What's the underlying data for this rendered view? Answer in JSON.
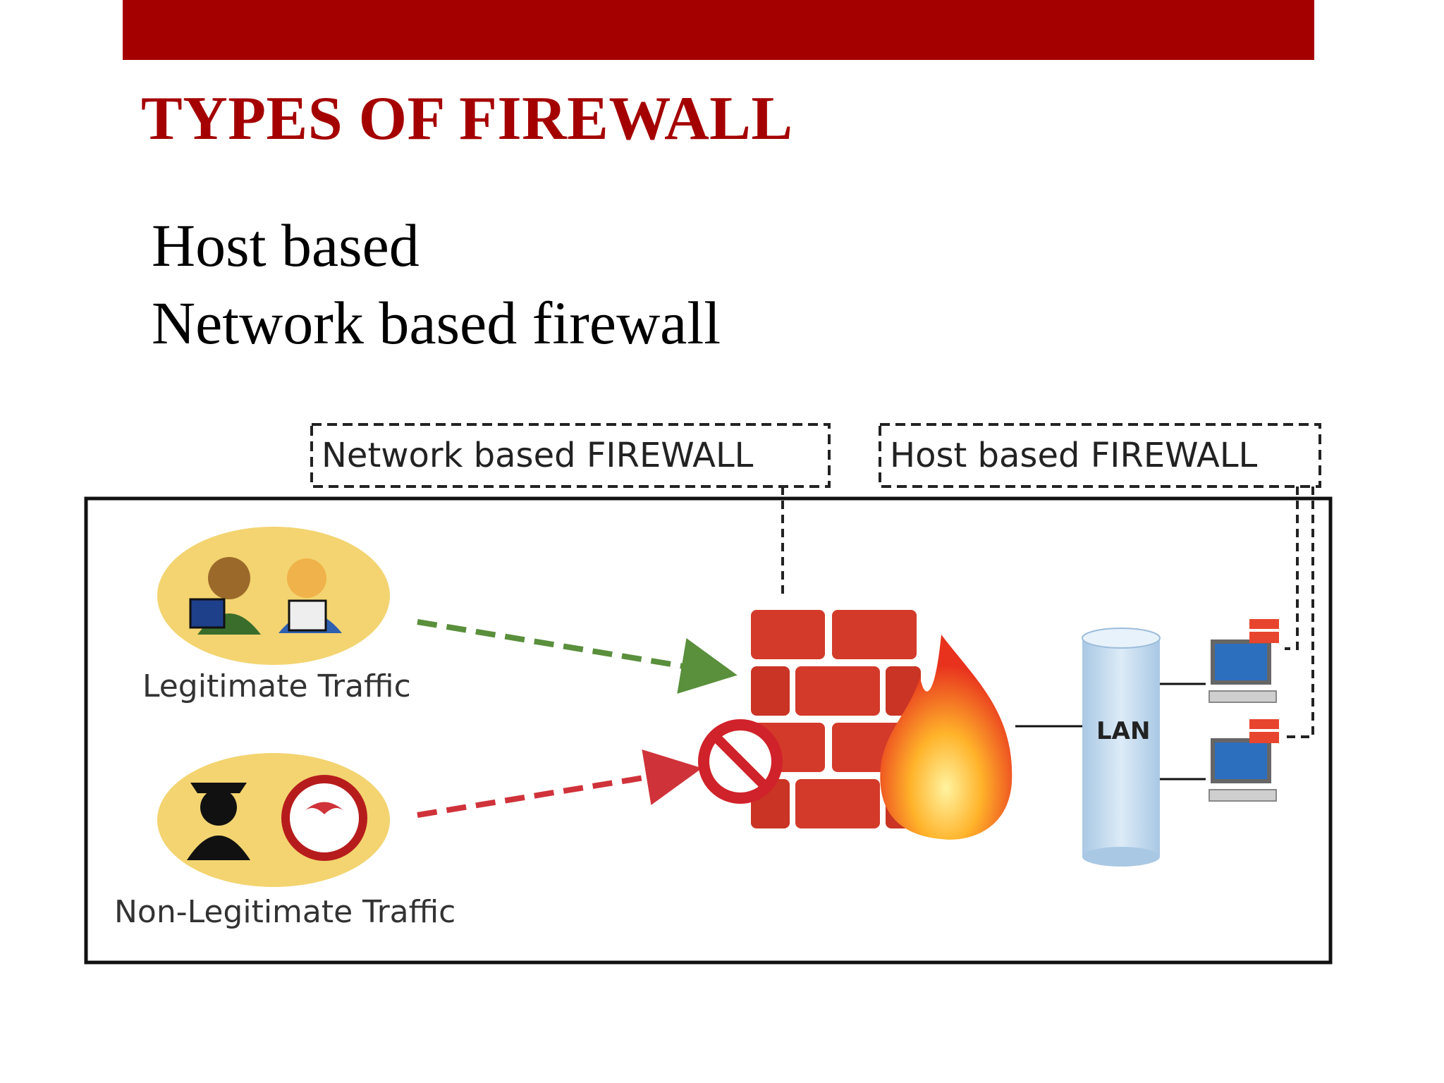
{
  "slide": {
    "title": "TYPES OF FIREWALL",
    "bullets": [
      "Host based",
      "Network based firewall"
    ]
  },
  "figure": {
    "callout_network": "Network based FIREWALL",
    "callout_host": "Host based FIREWALL",
    "legitimate_label": "Legitimate Traffic",
    "non_legitimate_label": "Non-Legitimate Traffic",
    "lan_label": "LAN"
  },
  "colors": {
    "accent": "#a50000",
    "legit_arrow": "#5a8f3c",
    "blocked_arrow": "#d0323a",
    "ellipse": "#f3d470",
    "brick": "#d33a2a",
    "lan_cylinder": "#c5dcef"
  }
}
